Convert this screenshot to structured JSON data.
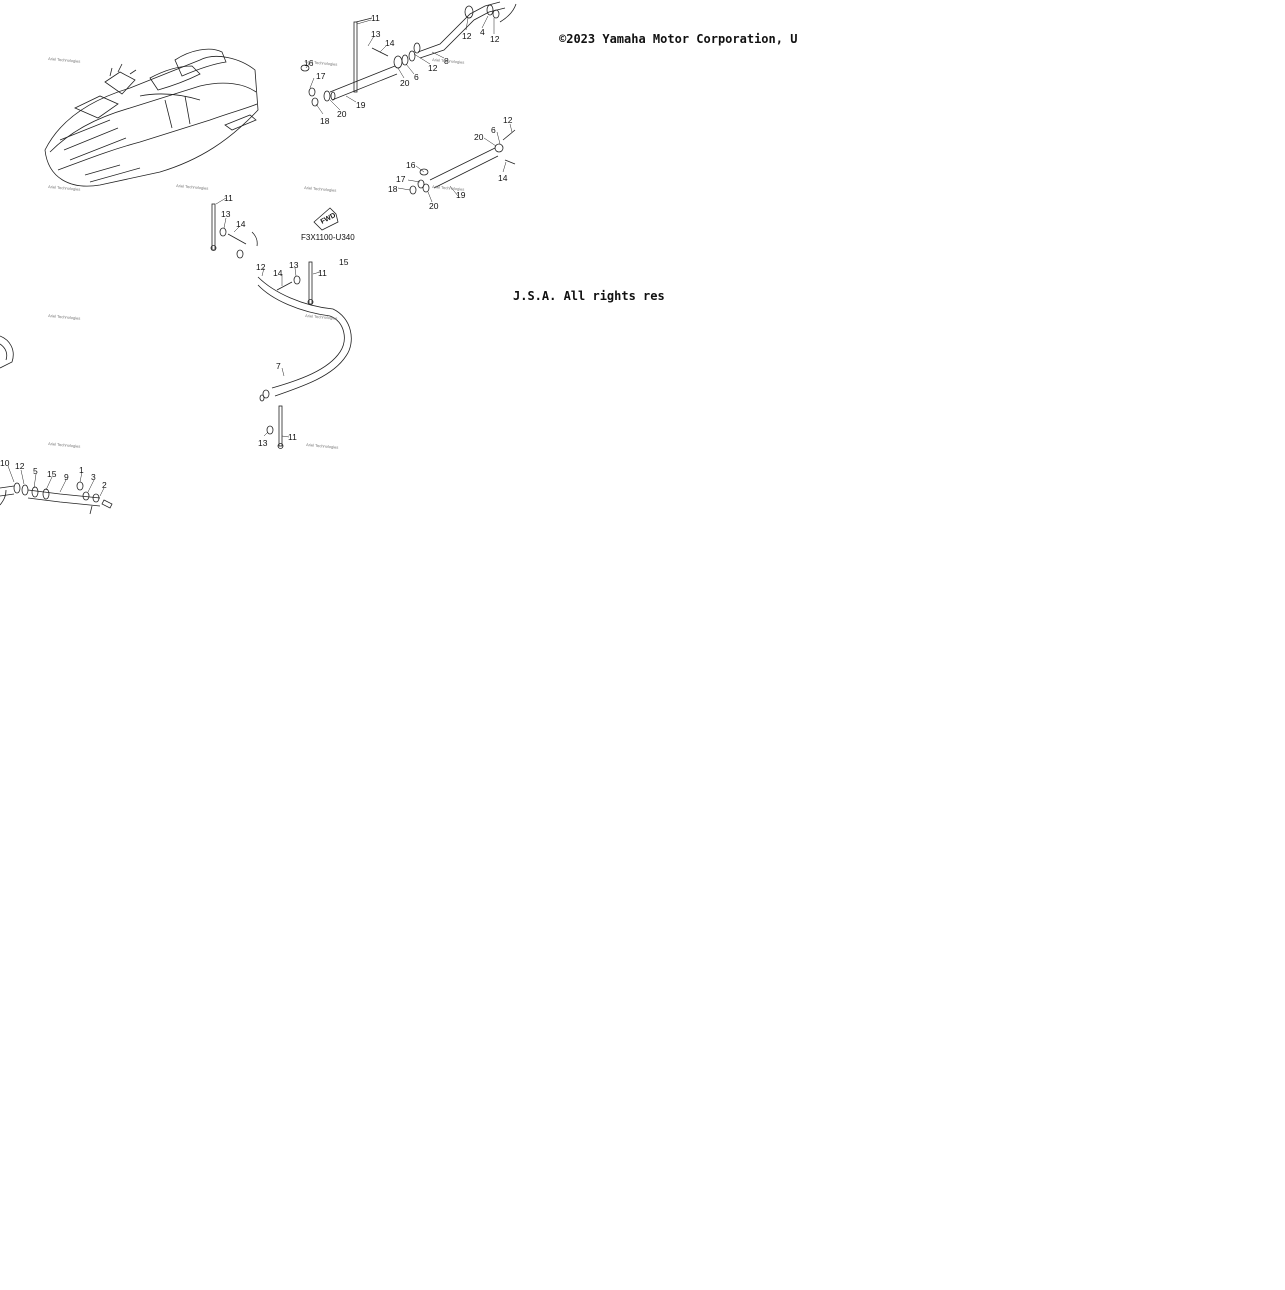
{
  "copyright_line_1": "©2023 Yamaha Motor Corporation, U",
  "copyright_line_2": "J.S.A. All rights res",
  "diagram": {
    "code": "F3X1100-U340",
    "fwd_label": "FWD",
    "watermark": "Ariel Technologies",
    "callouts": [
      {
        "id": "c11a",
        "text": "11"
      },
      {
        "id": "c13a",
        "text": "13"
      },
      {
        "id": "c14a",
        "text": "14"
      },
      {
        "id": "c16a",
        "text": "16"
      },
      {
        "id": "c17a",
        "text": "17"
      },
      {
        "id": "c18a",
        "text": "18"
      },
      {
        "id": "c20a",
        "text": "20"
      },
      {
        "id": "c19a",
        "text": "19"
      },
      {
        "id": "c20b",
        "text": "20"
      },
      {
        "id": "c6a",
        "text": "6"
      },
      {
        "id": "c12a",
        "text": "12"
      },
      {
        "id": "c8a",
        "text": "8"
      },
      {
        "id": "c12b",
        "text": "12"
      },
      {
        "id": "c4a",
        "text": "4"
      },
      {
        "id": "c12c",
        "text": "12"
      },
      {
        "id": "c20c",
        "text": "20"
      },
      {
        "id": "c6b",
        "text": "6"
      },
      {
        "id": "c12d",
        "text": "12"
      },
      {
        "id": "c16b",
        "text": "16"
      },
      {
        "id": "c17b",
        "text": "17"
      },
      {
        "id": "c18b",
        "text": "18"
      },
      {
        "id": "c20d",
        "text": "20"
      },
      {
        "id": "c19b",
        "text": "19"
      },
      {
        "id": "c14b",
        "text": "14"
      },
      {
        "id": "c11b",
        "text": "11"
      },
      {
        "id": "c13b",
        "text": "13"
      },
      {
        "id": "c14c",
        "text": "14"
      },
      {
        "id": "c12e",
        "text": "12"
      },
      {
        "id": "c14d",
        "text": "14"
      },
      {
        "id": "c13c",
        "text": "13"
      },
      {
        "id": "c11c",
        "text": "11"
      },
      {
        "id": "c15a",
        "text": "15"
      },
      {
        "id": "c7a",
        "text": "7"
      },
      {
        "id": "c13d",
        "text": "13"
      },
      {
        "id": "c11d",
        "text": "11"
      },
      {
        "id": "c10a",
        "text": "10"
      },
      {
        "id": "c12f",
        "text": "12"
      },
      {
        "id": "c5a",
        "text": "5"
      },
      {
        "id": "c15b",
        "text": "15"
      },
      {
        "id": "c9a",
        "text": "9"
      },
      {
        "id": "c1a",
        "text": "1"
      },
      {
        "id": "c3a",
        "text": "3"
      },
      {
        "id": "c2a",
        "text": "2"
      }
    ]
  }
}
